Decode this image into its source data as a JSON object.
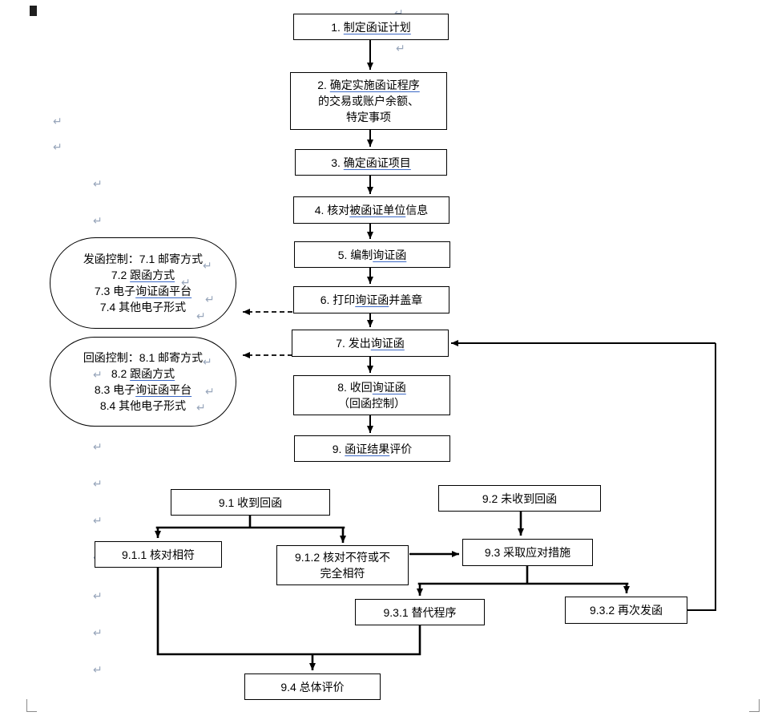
{
  "page": {
    "background": "#ffffff",
    "return_mark": "↵"
  },
  "diagram": {
    "colors": {
      "shape_border": "#000000",
      "connector": "#000000",
      "underline": "#3b68c5",
      "format_mark": "#98a6bb"
    },
    "nodes": {
      "n1": {
        "lines": [
          [
            [
              "1. ",
              0
            ],
            [
              "制定函证计划",
              1
            ]
          ]
        ]
      },
      "n2": {
        "lines": [
          [
            [
              "2. ",
              0
            ],
            [
              "确定实施函证程序",
              1
            ]
          ],
          [
            [
              "的交易或账户余额、",
              0
            ]
          ],
          [
            [
              "特定事项",
              0
            ]
          ]
        ]
      },
      "n3": {
        "lines": [
          [
            [
              "3. ",
              0
            ],
            [
              "确定函证项目",
              1
            ]
          ]
        ]
      },
      "n4": {
        "lines": [
          [
            [
              "4. 核对",
              0
            ],
            [
              "被函证单位",
              1
            ],
            [
              "信息",
              0
            ]
          ]
        ]
      },
      "n5": {
        "lines": [
          [
            [
              "5. 编制",
              0
            ],
            [
              "询证函",
              1
            ]
          ]
        ]
      },
      "n6": {
        "lines": [
          [
            [
              "6. 打印",
              0
            ],
            [
              "询证函",
              1
            ],
            [
              "并盖章",
              0
            ]
          ]
        ]
      },
      "n7": {
        "lines": [
          [
            [
              "7. 发出",
              0
            ],
            [
              "询证函",
              1
            ]
          ]
        ]
      },
      "n8": {
        "lines": [
          [
            [
              "8. 收回",
              0
            ],
            [
              "询证函",
              1
            ]
          ],
          [
            [
              "（回函控制）",
              0
            ]
          ]
        ]
      },
      "n9": {
        "lines": [
          [
            [
              "9. ",
              0
            ],
            [
              "函证结果",
              1
            ],
            [
              "评价",
              0
            ]
          ]
        ]
      },
      "n91": {
        "lines": [
          [
            [
              "9.1 收到回函",
              0
            ]
          ]
        ]
      },
      "n92": {
        "lines": [
          [
            [
              "9.2 未收到回函",
              0
            ]
          ]
        ]
      },
      "n911": {
        "lines": [
          [
            [
              "9.1.1 核对相符",
              0
            ]
          ]
        ]
      },
      "n912": {
        "lines": [
          [
            [
              "9.1.2 核对不符或不",
              0
            ]
          ],
          [
            [
              "完全相符",
              0
            ]
          ]
        ]
      },
      "n93": {
        "lines": [
          [
            [
              "9.3 采取应对措施",
              0
            ]
          ]
        ]
      },
      "n931": {
        "lines": [
          [
            [
              "9.3.1 替代程序",
              0
            ]
          ]
        ]
      },
      "n932": {
        "lines": [
          [
            [
              "9.3.2 再次发函",
              0
            ]
          ]
        ]
      },
      "n94": {
        "lines": [
          [
            [
              "9.4 总体评价",
              0
            ]
          ]
        ]
      },
      "s1": {
        "lines": [
          [
            [
              "发函控制：7.1 邮寄方式",
              0
            ]
          ],
          [
            [
              "7.2 ",
              0
            ],
            [
              "跟函方式",
              1
            ]
          ],
          [
            [
              "7.3 电子",
              0
            ],
            [
              "询证函平台",
              1
            ]
          ],
          [
            [
              "7.4 其他电子形式",
              0
            ]
          ]
        ]
      },
      "s2": {
        "lines": [
          [
            [
              "回函控制：8.1 邮寄方式",
              0
            ]
          ],
          [
            [
              "8.2 ",
              0
            ],
            [
              "跟函方式",
              1
            ]
          ],
          [
            [
              "8.3 电子",
              0
            ],
            [
              "询证函平台",
              1
            ]
          ],
          [
            [
              "8.4 其他电子形式",
              0
            ]
          ]
        ]
      }
    }
  }
}
